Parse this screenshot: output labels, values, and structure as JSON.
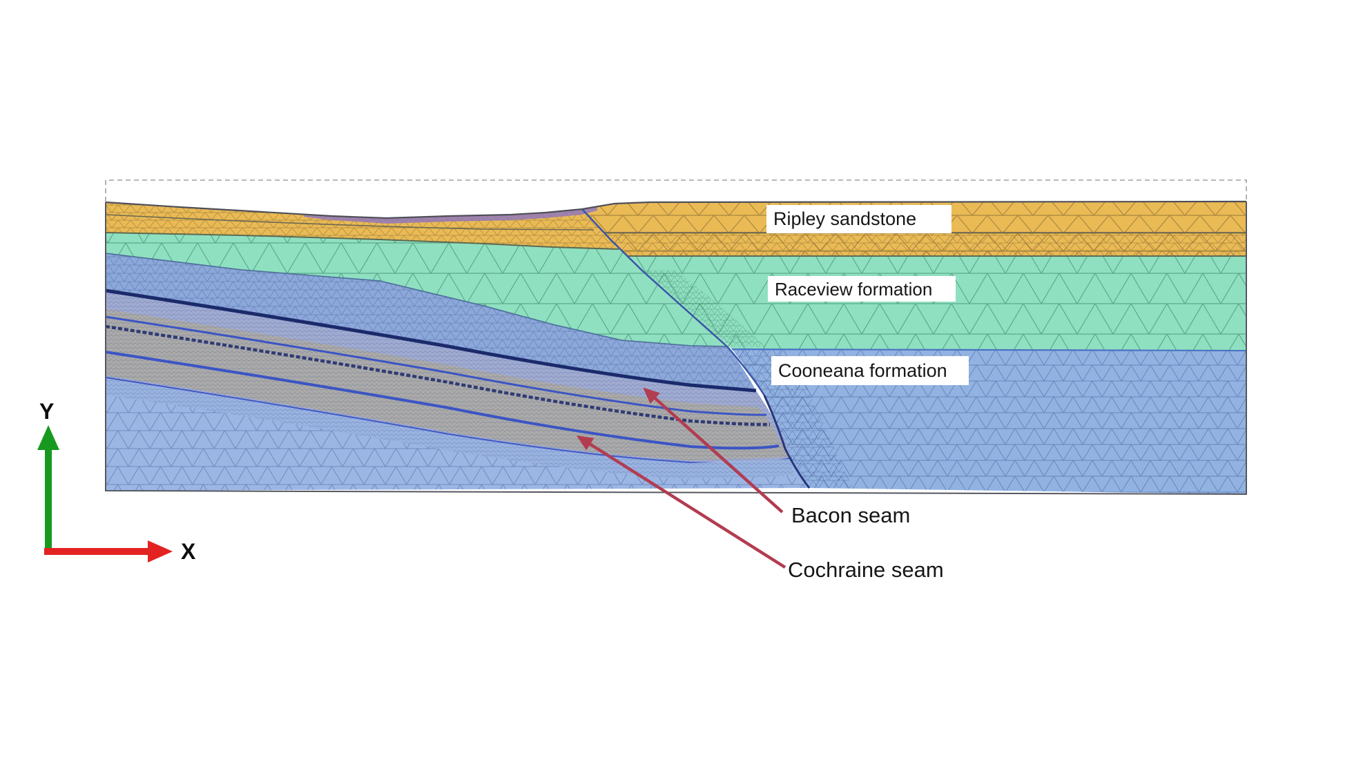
{
  "figure": {
    "formation_labels": [
      {
        "label": "Ripley sandstone"
      },
      {
        "label": "Raceview formation"
      },
      {
        "label": "Cooneana formation"
      }
    ],
    "seam_labels": [
      {
        "label": "Bacon seam"
      },
      {
        "label": "Cochraine seam"
      }
    ],
    "axes": {
      "x": "X",
      "y": "Y"
    },
    "colors": {
      "ripley_sandstone": "#eaba55",
      "raceview_formation": "#8fe0c1",
      "cooneana_formation": "#92b3e2",
      "alluvium_purple": "#8d76c2",
      "seam_dark": "#1b2a6b",
      "seam_blue": "#3b55c4",
      "interburden_tan": "#b5ab90",
      "fault": "#3a55a6",
      "annotation_arrow": "#b23c50",
      "axis_x_arrow": "#e32222",
      "axis_y_arrow": "#17991f"
    }
  }
}
